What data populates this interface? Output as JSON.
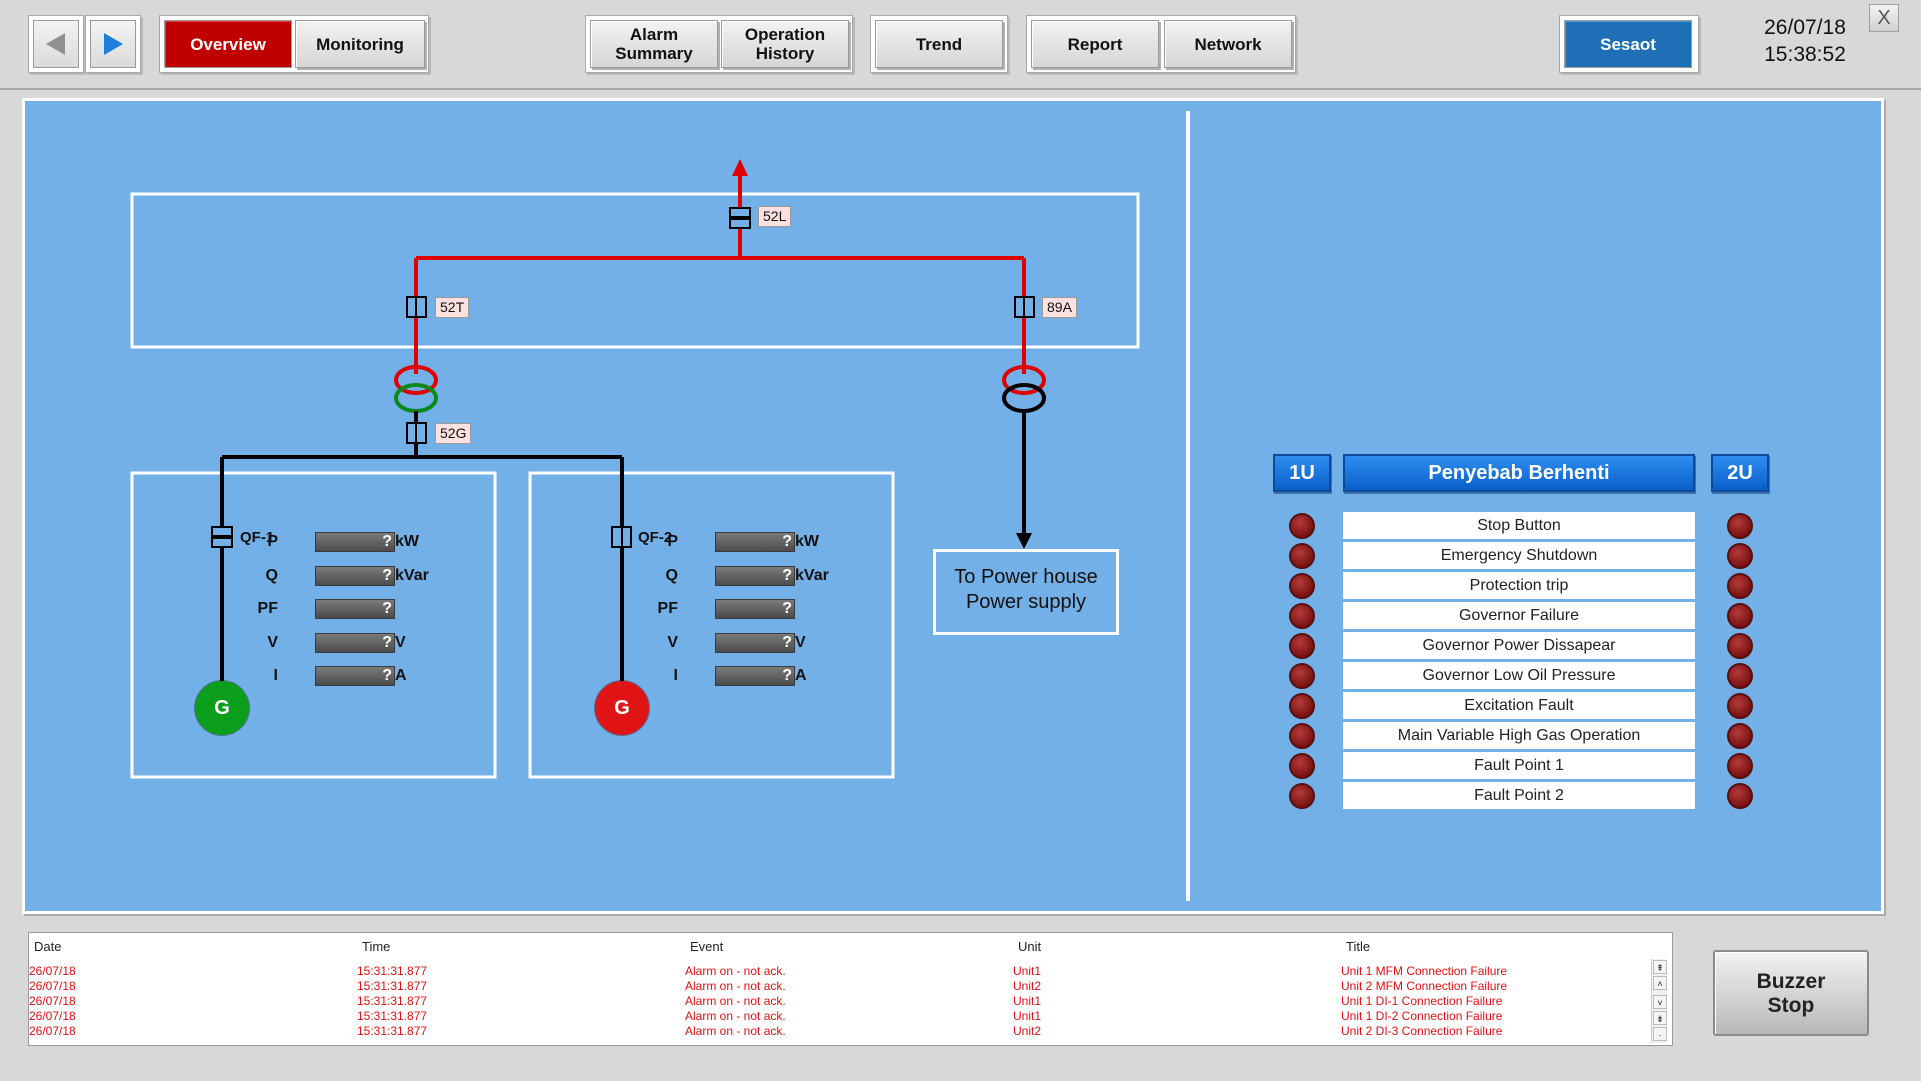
{
  "nav": {
    "back_icon": "back-arrow-icon",
    "forward_icon": "forward-arrow-icon",
    "overview": "Overview",
    "monitoring": "Monitoring",
    "alarm_summary_1": "Alarm",
    "alarm_summary_2": "Summary",
    "operation_history_1": "Operation",
    "operation_history_2": "History",
    "trend": "Trend",
    "report": "Report",
    "network": "Network",
    "site": "Sesaot",
    "close": "X"
  },
  "clock": {
    "date": "26/07/18",
    "time": "15:38:52"
  },
  "diagram": {
    "breakers": {
      "main": "52L",
      "transformer": "52T",
      "isolator": "89A",
      "generator_bus": "52G",
      "qf1": "QF-1",
      "qf2": "QF-2"
    },
    "units": [
      {
        "generator": "G",
        "status_color": "#0a9e1a",
        "measurements": [
          {
            "name": "P",
            "value": "?",
            "unit": "kW"
          },
          {
            "name": "Q",
            "value": "?",
            "unit": "kVar"
          },
          {
            "name": "PF",
            "value": "?",
            "unit": ""
          },
          {
            "name": "V",
            "value": "?",
            "unit": "V"
          },
          {
            "name": "I",
            "value": "?",
            "unit": "A"
          }
        ]
      },
      {
        "generator": "G",
        "status_color": "#e01414",
        "measurements": [
          {
            "name": "P",
            "value": "?",
            "unit": "kW"
          },
          {
            "name": "Q",
            "value": "?",
            "unit": "kVar"
          },
          {
            "name": "PF",
            "value": "?",
            "unit": ""
          },
          {
            "name": "V",
            "value": "?",
            "unit": "V"
          },
          {
            "name": "I",
            "value": "?",
            "unit": "A"
          }
        ]
      }
    ],
    "destination_1": "To Power house",
    "destination_2": "Power supply",
    "colors": {
      "energized": "#e00000",
      "deenergized": "#000000",
      "green_winding": "#0a8a1a",
      "panel": "#74b0e8"
    }
  },
  "stop_causes": {
    "unit1_label": "1U",
    "title": "Penyebab Berhenti",
    "unit2_label": "2U",
    "items": [
      "Stop Button",
      "Emergency Shutdown",
      "Protection trip",
      "Governor Failure",
      "Governor Power Dissapear",
      "Governor Low Oil Pressure",
      "Excitation Fault",
      "Main Variable High Gas Operation",
      "Fault Point 1",
      "Fault Point 2"
    ]
  },
  "alarm_log": {
    "columns": [
      "Date",
      "Time",
      "Event",
      "Unit",
      "Title"
    ],
    "rows": [
      [
        "26/07/18",
        "15:31:31.877",
        "Alarm on - not ack.",
        "Unit1",
        "Unit 1 MFM Connection Failure"
      ],
      [
        "26/07/18",
        "15:31:31.877",
        "Alarm on - not ack.",
        "Unit2",
        "Unit 2 MFM Connection Failure"
      ],
      [
        "26/07/18",
        "15:31:31.877",
        "Alarm on - not ack.",
        "Unit1",
        "Unit 1 DI-1 Connection Failure"
      ],
      [
        "26/07/18",
        "15:31:31.877",
        "Alarm on - not ack.",
        "Unit1",
        "Unit 1 DI-2 Connection Failure"
      ],
      [
        "26/07/18",
        "15:31:31.877",
        "Alarm on - not ack.",
        "Unit2",
        "Unit 2 DI-3 Connection Failure"
      ]
    ],
    "alarm_color": "#e01010"
  },
  "buzzer": {
    "line1": "Buzzer",
    "line2": "Stop"
  }
}
